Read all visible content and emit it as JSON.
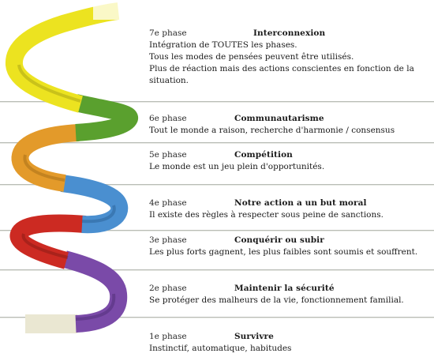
{
  "phases": [
    {
      "number": "7e phase",
      "title": "Interconnexion",
      "lines": [
        "Intégration de TOUTES les phases.",
        "Tous les modes de pensées peuvent être utilisés.",
        "Plus de réaction mais des actions conscientes en fonction de la situation."
      ]
    },
    {
      "number": "6e phase",
      "title": "Communautarisme",
      "lines": [
        "Tout le monde a raison, recherche d'harmonie / consensus"
      ]
    },
    {
      "number": "5e phase",
      "title": "Compétition",
      "lines": [
        "Le monde est un jeu plein d'opportunités."
      ]
    },
    {
      "number": "4e phase",
      "title": "Notre action a un but moral",
      "lines": [
        "Il existe des règles à respecter sous peine de sanctions."
      ]
    },
    {
      "number": "3e phase",
      "title": "Conquérir ou subir",
      "lines": [
        "Les plus forts gagnent, les plus faibles sont soumis et souffrent."
      ]
    },
    {
      "number": "2e phase",
      "title": "Maintenir la sécurité",
      "lines": [
        "Se protéger des malheurs de la vie, fonctionnement familial."
      ]
    },
    {
      "number": "1e phase",
      "title": "Survivre",
      "lines": [
        "Instinctif, automatique, habitudes"
      ]
    }
  ],
  "colors": {
    "beige": "#eae7d2",
    "purple": "#7a4aa8",
    "red": "#cc2a22",
    "blue": "#4a8fd0",
    "orange": "#e39a2a",
    "green": "#5aa02e",
    "yellow": "#ece320",
    "turquoise": "#2fb7a8"
  }
}
